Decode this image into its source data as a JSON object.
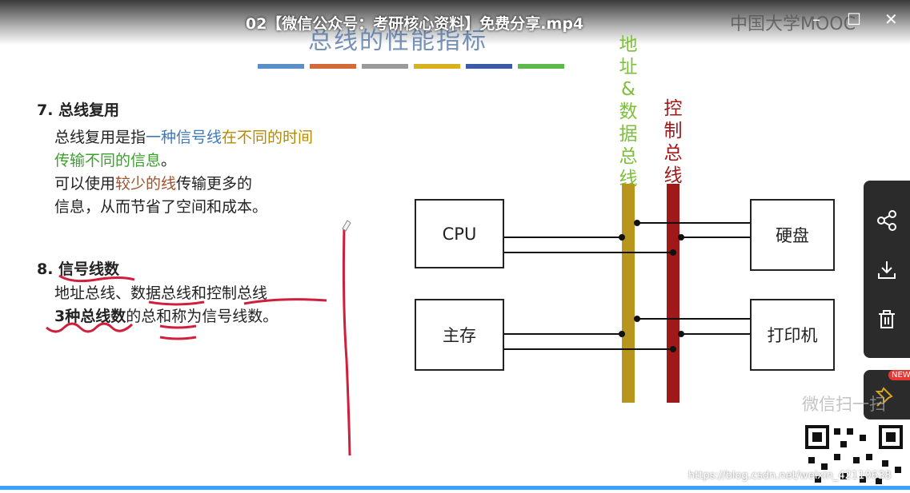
{
  "video": {
    "title": "02【微信公众号：考研核心资料】免费分享.mp4"
  },
  "window": {
    "brand": "中国大学MOOC",
    "minimize": "–",
    "maximize": "☐",
    "close": "✕"
  },
  "slide": {
    "title": "总线的性能指标",
    "stripe_colors": [
      "#5b8fc8",
      "#d46a3a",
      "#9a9a9a",
      "#d8b020",
      "#3a5ca8",
      "#5fb84a"
    ],
    "section7": {
      "heading": "7. 总线复用",
      "p1": [
        "总线复用是指",
        "一种信号线",
        "在不",
        "同的时间",
        "传输不同的信息",
        "。"
      ],
      "p2": [
        "可以使用",
        "较少的线",
        "传输更多的",
        "信息，从而节省了空间和成本。"
      ]
    },
    "section8": {
      "heading": "8. 信号线数",
      "p1": [
        "地址总线、",
        "数据总线",
        "和",
        "控制总线"
      ],
      "p2": [
        "3种总线数",
        "的",
        "总和",
        "称为信号线数。"
      ]
    },
    "diagram": {
      "cpu": "CPU",
      "memory": "主存",
      "disk": "硬盘",
      "printer": "打印机",
      "addr_data_bus_label": "地址&数据总线",
      "control_bus_label": "控制总线",
      "addr_data_bus_color": "#b8961e",
      "control_bus_color": "#a01818"
    }
  },
  "side_panel": {
    "share_icon": "share-icon",
    "download_icon": "download-icon",
    "delete_icon": "trash-icon",
    "pin_icon": "pin-icon",
    "new_badge": "NEW"
  },
  "overlay": {
    "wechat_scan": "微信扫一扫",
    "watermark": "https://blog.csdn.net/weixin_42110638"
  }
}
